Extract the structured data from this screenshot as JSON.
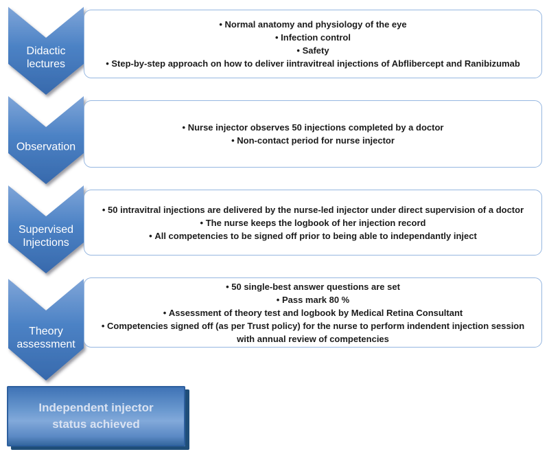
{
  "diagram": {
    "bullet_icon": "•",
    "steps": [
      {
        "label": "Didactic lectures",
        "bullets": [
          "Normal anatomy and physiology of the eye",
          "Infection control",
          "Safety",
          "Step-by-step approach on how to deliver iintravitreal injections of Abflibercept and Ranibizumab"
        ]
      },
      {
        "label": "Observation",
        "bullets": [
          "Nurse injector observes 50 injections completed by a doctor",
          "Non-contact period for nurse injector"
        ]
      },
      {
        "label": "Supervised Injections",
        "bullets": [
          "50 intravitral injections are delivered by the nurse-led injector under direct supervision of a doctor",
          "The nurse keeps the logbook of her injection record",
          "All competencies to be signed off prior to being able to independantly inject"
        ]
      },
      {
        "label": "Theory assessment",
        "bullets": [
          "50 single-best answer questions are set",
          "Pass mark 80 %",
          "Assessment of theory test and logbook by Medical Retina Consultant",
          "Competencies signed off (as per Trust policy) for the nurse to perform indendent injection session with annual review of competencies"
        ]
      }
    ],
    "final_step": {
      "label": "Independent injector status achieved"
    },
    "colors": {
      "chevron_top": "#7FA5D8",
      "chevron_mid": "#4C82C5",
      "chevron_bottom": "#3769AC",
      "panel_border": "#95B6E0",
      "final_border": "#2D5F9E",
      "final_shadow": "#1F4E79",
      "bullet_text": "#1B1B1B",
      "label_text": "#FFFFFF"
    }
  }
}
